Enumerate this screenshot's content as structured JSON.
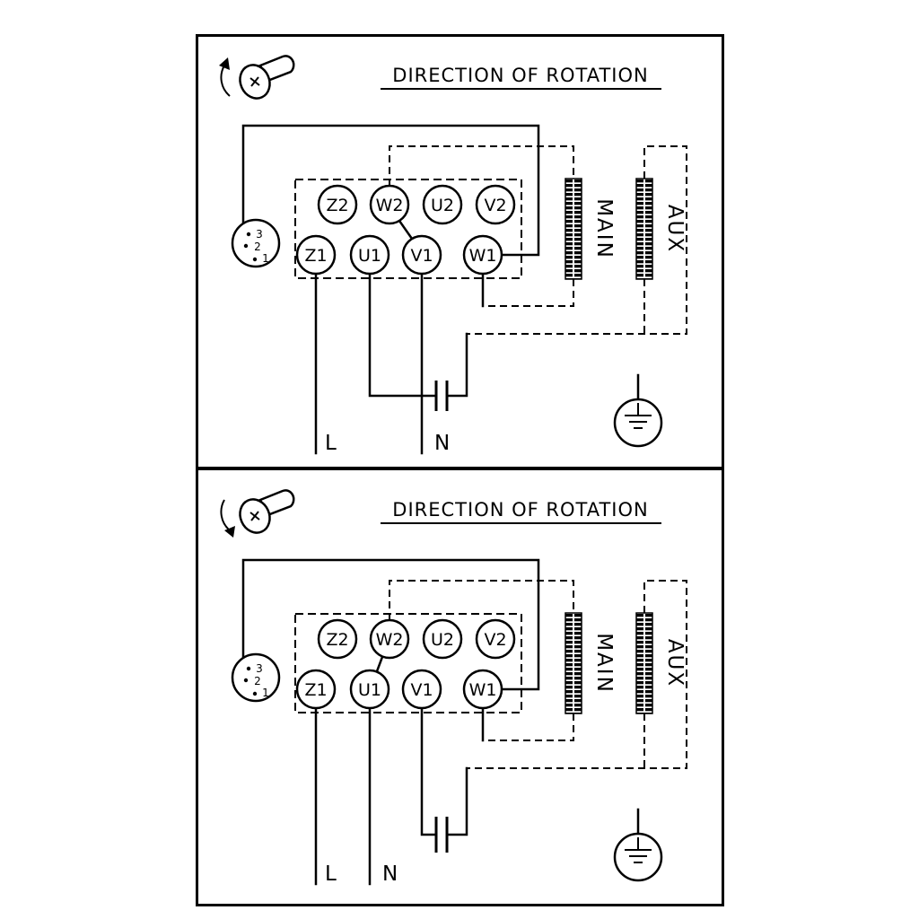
{
  "colors": {
    "line": "#000000",
    "background": "#ffffff"
  },
  "icons": {
    "rotation": "rotation-direction-icon",
    "ground": "ground-icon",
    "capacitor": "capacitor-symbol",
    "selector": "selector-switch"
  },
  "panels": [
    {
      "title": "DIRECTION OF ROTATION",
      "terminals": {
        "z2": "Z2",
        "w2": "W2",
        "u2": "U2",
        "v2": "V2",
        "z1": "Z1",
        "u1": "U1",
        "v1": "V1",
        "w1": "W1"
      },
      "windings": {
        "main": "MAIN",
        "aux": "AUX"
      },
      "supply": {
        "line": "L",
        "neutral": "N"
      },
      "selector": {
        "positions": [
          "3",
          "2",
          "1"
        ]
      }
    },
    {
      "title": "DIRECTION OF ROTATION",
      "terminals": {
        "z2": "Z2",
        "w2": "W2",
        "u2": "U2",
        "v2": "V2",
        "z1": "Z1",
        "u1": "U1",
        "v1": "V1",
        "w1": "W1"
      },
      "windings": {
        "main": "MAIN",
        "aux": "AUX"
      },
      "supply": {
        "line": "L",
        "neutral": "N"
      },
      "selector": {
        "positions": [
          "3",
          "2",
          "1"
        ]
      }
    }
  ]
}
